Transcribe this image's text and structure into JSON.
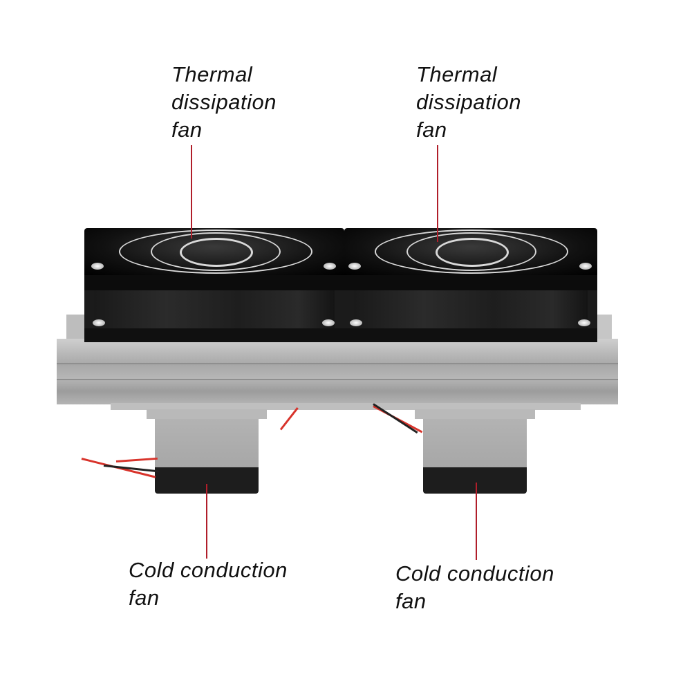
{
  "labels": {
    "top_left": {
      "line1": "Thermal",
      "line2": "dissipation",
      "line3": "fan"
    },
    "top_right": {
      "line1": "Thermal",
      "line2": "dissipation",
      "line3": "fan"
    },
    "bottom_left": {
      "line1": "Cold conduction",
      "line2": "fan"
    },
    "bottom_right": {
      "line1": "Cold conduction",
      "line2": "fan"
    }
  },
  "colors": {
    "leader_line": "#b01e2a",
    "label_text": "#111111",
    "background": "#ffffff"
  }
}
